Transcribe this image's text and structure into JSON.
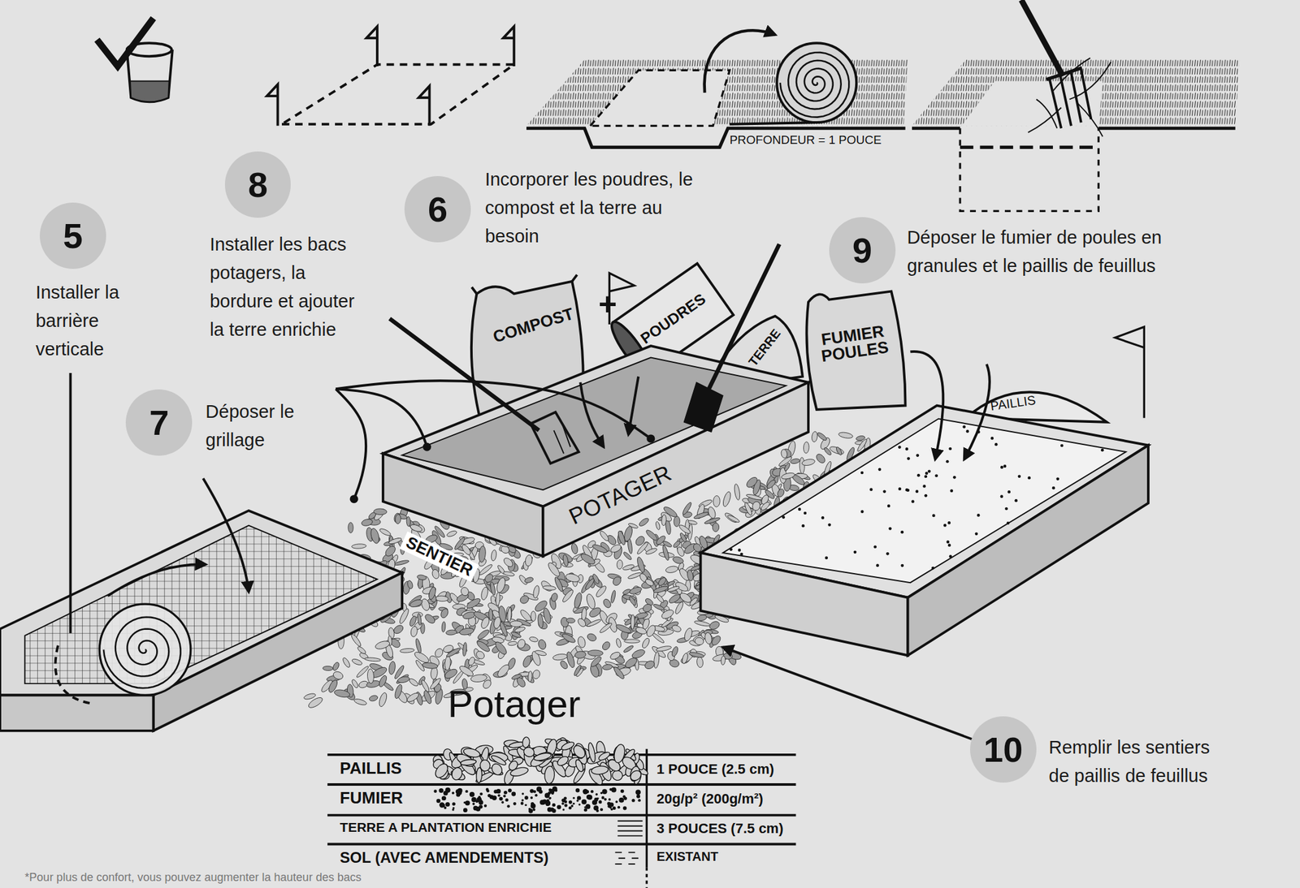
{
  "diagram": {
    "nodes": [
      {
        "text": [
          "5",
          "Installer la barrière verticale"
        ]
      },
      {
        "text": [
          "6",
          "Incorporer les poudres, le compost et la terre au besoin"
        ]
      },
      {
        "text": [
          "7",
          "Déposer le grillage"
        ]
      },
      {
        "text": [
          "8",
          "Installer les bacs potagers, la bordure et ajouter la terre enrichie"
        ]
      },
      {
        "text": [
          "9",
          "Déposer le fumier de poules en granules et le paillis de feuillus"
        ]
      },
      {
        "text": [
          "10",
          "Remplir les sentiers de paillis de feuillus"
        ]
      }
    ],
    "labels": [
      "PROFONDEUR = 1 POUCE",
      "COMPOST",
      "+",
      "POUDRES",
      "TERRE",
      "FUMIER POULES",
      "PAILLIS",
      "POTAGER",
      "SENTIER",
      "Potager",
      "PAILLIS",
      "1 POUCE (2.5 cm)",
      "FUMIER",
      "20g/p² (200g/m²)",
      "TERRE A PLANTATION ENRICHIE",
      "3 POUCES (7.5 cm)",
      "SOL (AVEC AMENDEMENTS)",
      "EXISTANT",
      "*Pour plus de confort, vous pouvez augmenter la hauteur des bacs"
    ]
  }
}
